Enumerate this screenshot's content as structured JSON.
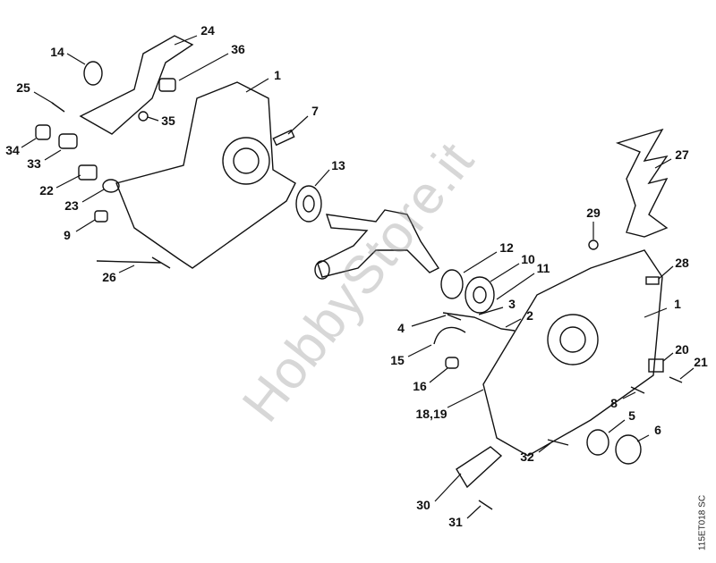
{
  "diagram": {
    "callouts": [
      "24",
      "14",
      "36",
      "1",
      "25",
      "7",
      "35",
      "34",
      "33",
      "13",
      "22",
      "27",
      "23",
      "9",
      "29",
      "12",
      "10",
      "11",
      "26",
      "28",
      "3",
      "1",
      "2",
      "4",
      "15",
      "20",
      "21",
      "16",
      "8",
      "18,19",
      "5",
      "6",
      "32",
      "30",
      "31"
    ],
    "drawing_code": "115ET018 SC",
    "watermark": "HobbyStore.it"
  }
}
